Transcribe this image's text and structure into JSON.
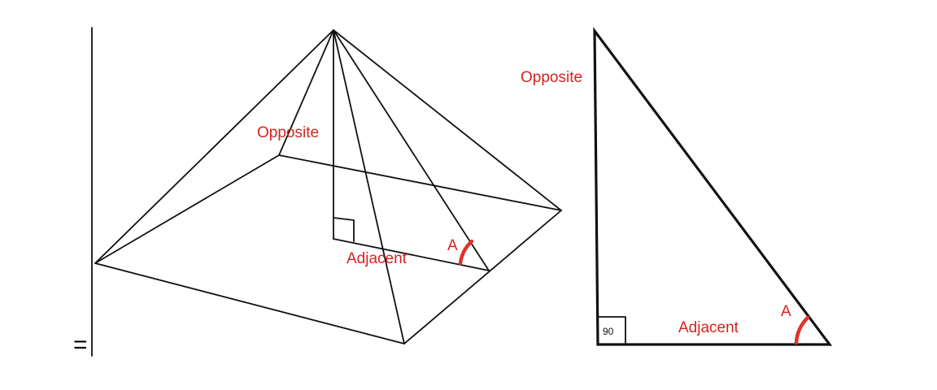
{
  "colors": {
    "label": "#d62222",
    "line": "#111111",
    "angle_arc": "#e0332b"
  },
  "pyramid": {
    "opposite_label": "Opposite",
    "adjacent_label": "Adjacent",
    "angle_label": "A"
  },
  "triangle": {
    "opposite_label": "Opposite",
    "adjacent_label": "Adjacent",
    "angle_label": "A",
    "right_angle_label": "90"
  },
  "equals_sign": "="
}
